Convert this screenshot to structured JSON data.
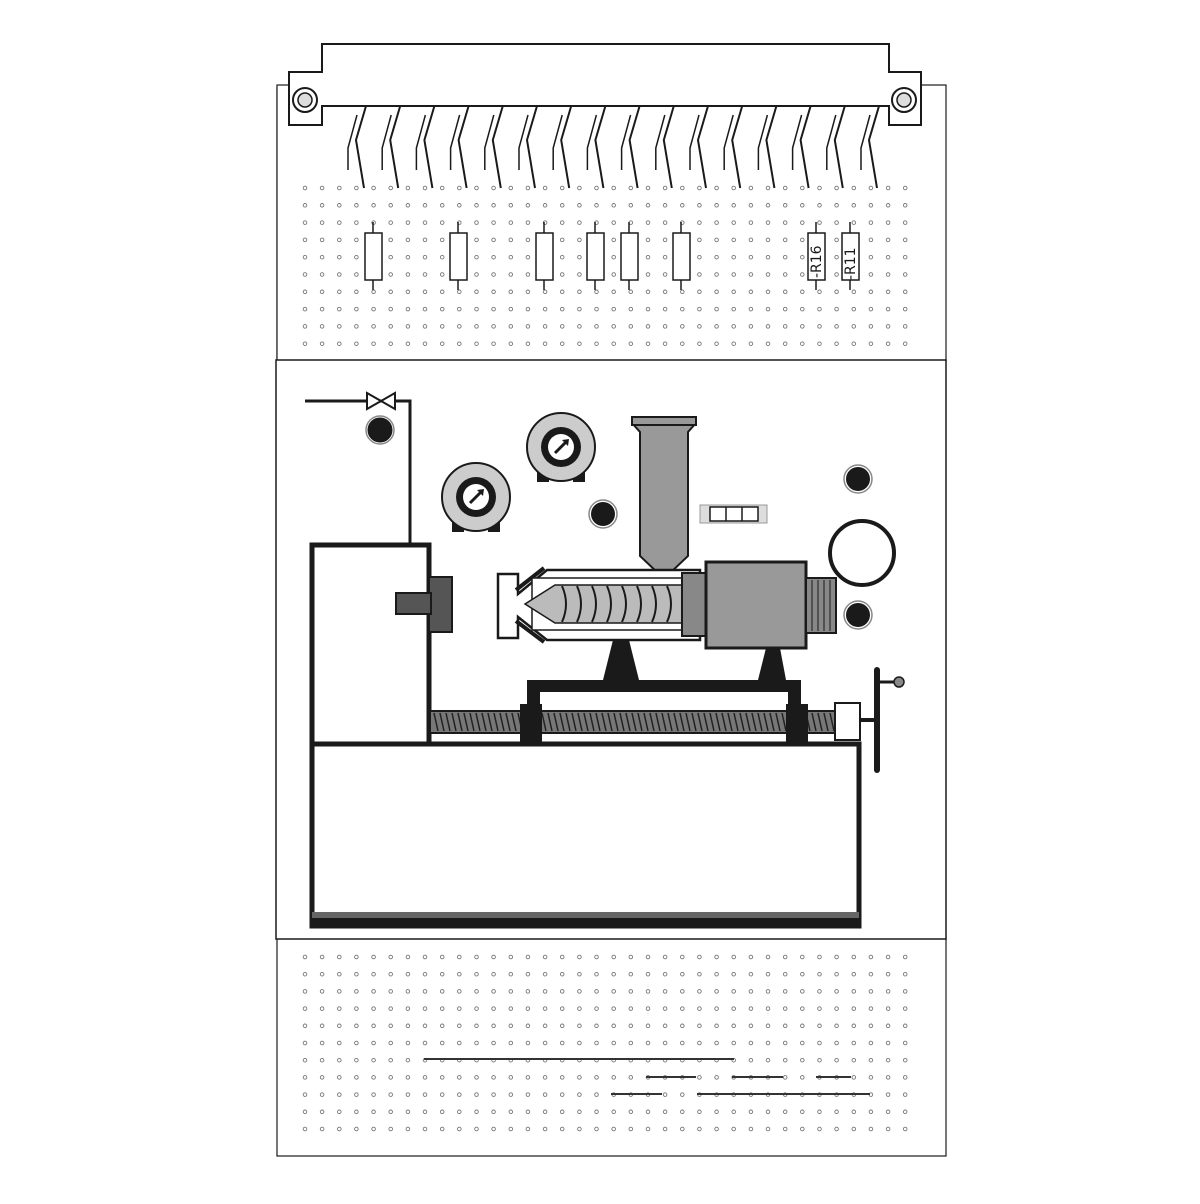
{
  "colors": {
    "outline": "#1a1a1a",
    "board": "#ffffff",
    "grey_fill": "#999999",
    "dark_grey": "#555555",
    "light_grey": "#cccccc",
    "hole": "#888888"
  },
  "resistors": {
    "labeled": [
      {
        "label": "-R16"
      },
      {
        "label": "-R11"
      }
    ],
    "unlabeled_count": 6
  },
  "machine": {
    "parts": [
      "valve-icon",
      "gauge-icon",
      "hopper",
      "screw-barrel",
      "motor",
      "ball-screw",
      "handwheel",
      "base-frame",
      "clamp-unit"
    ]
  }
}
